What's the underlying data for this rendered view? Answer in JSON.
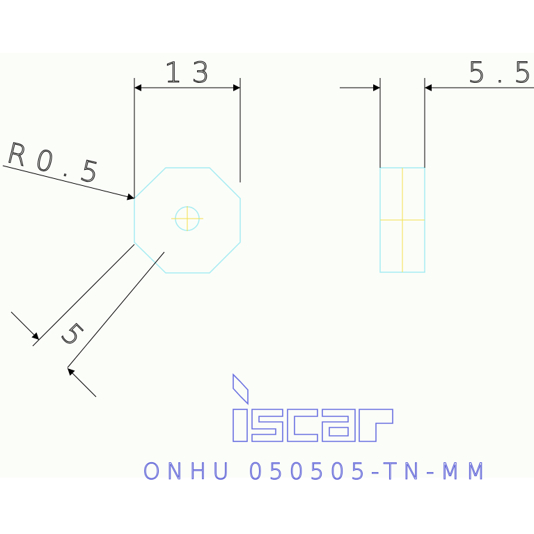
{
  "drawing": {
    "dimensions": {
      "width_label": "13",
      "thickness_label": "5.5",
      "radius_label": "R0.5",
      "side_label": "5"
    },
    "logo": {
      "brand": "iscar"
    },
    "product_code": "ONHU 050505-TN-MM",
    "colors": {
      "background": "#fbfdf9",
      "dimension_lines": "#000000",
      "part_outline": "#a6ecf2",
      "center_lines": "#f3e04a",
      "logo_and_code": "#5b5fd6"
    }
  }
}
